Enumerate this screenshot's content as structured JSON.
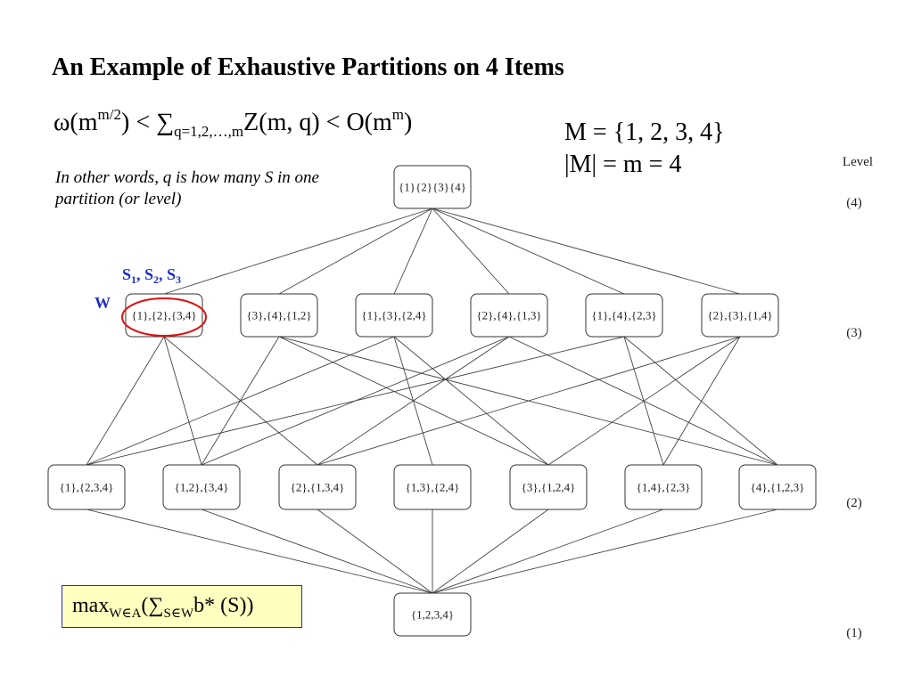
{
  "title": "An Example of Exhaustive Partitions on 4 Items",
  "formula": {
    "omega": "ω(m",
    "omega_sup": "m/2",
    "lt1": ") < ∑",
    "sum_sub": "q=1,2,…,m",
    "z": "Z(m, q) < O(m",
    "o_sup": "m",
    "close": ")"
  },
  "set_def": {
    "line1": "M = {1, 2, 3, 4}",
    "line2": "|M| = m = 4"
  },
  "note": "In other words, q is how many S in one partition (or level)",
  "annotations": {
    "s_parts": [
      "S",
      "1",
      ", S",
      "2",
      ", S",
      "3"
    ],
    "w": "W",
    "circle_color": "#e01010",
    "accent_color": "#1f2ec8"
  },
  "objective": {
    "max": "max",
    "max_sub": "W∈A",
    "open": "(∑",
    "sum_sub": "S∈W",
    "rest": "b* (S))",
    "background": "#ffffc0"
  },
  "diagram": {
    "level_header": "Level",
    "levels": [
      {
        "label": "(4)",
        "nodes": [
          "{1}{2}{3}{4}"
        ]
      },
      {
        "label": "(3)",
        "nodes": [
          "{1},{2},{3,4}",
          "{3},{4},{1,2}",
          "{1},{3},{2,4}",
          "{2},{4},{1,3}",
          "{1},{4},{2,3}",
          "{2},{3},{1,4}"
        ]
      },
      {
        "label": "(2)",
        "nodes": [
          "{1},{2,3,4}",
          "{1,2},{3,4}",
          "{2},{1,3,4}",
          "{1,3},{2,4}",
          "{3},{1,2,4}",
          "{1,4},{2,3}",
          "{4},{1,2,3}"
        ]
      },
      {
        "label": "(1)",
        "nodes": [
          "{1,2,3,4}"
        ]
      }
    ],
    "edges_3_2": [
      [
        0,
        0
      ],
      [
        0,
        1
      ],
      [
        0,
        2
      ],
      [
        1,
        1
      ],
      [
        1,
        4
      ],
      [
        1,
        6
      ],
      [
        2,
        0
      ],
      [
        2,
        3
      ],
      [
        2,
        4
      ],
      [
        3,
        1
      ],
      [
        3,
        2
      ],
      [
        3,
        6
      ],
      [
        4,
        0
      ],
      [
        4,
        5
      ],
      [
        4,
        6
      ],
      [
        5,
        2
      ],
      [
        5,
        4
      ],
      [
        5,
        5
      ]
    ]
  }
}
